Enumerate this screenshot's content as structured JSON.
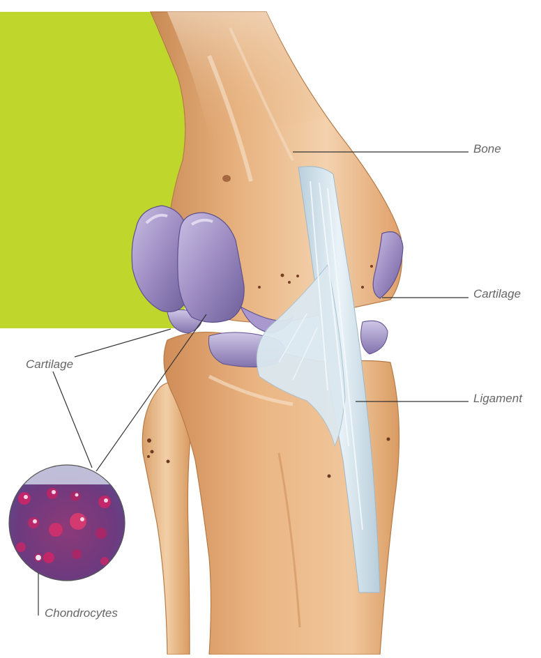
{
  "labels": {
    "bone": "Bone",
    "cartilage_right": "Cartilage",
    "ligament": "Ligament",
    "cartilage_left": "Cartilage",
    "chondrocytes": "Chondrocytes"
  },
  "colors": {
    "accent_green": "#bfd62c",
    "bone": "#e8b584",
    "bone_shadow": "#c98a55",
    "cartilage": "#9d8cc2",
    "cartilage_light": "#c8bde0",
    "ligament": "#d3e4ee",
    "leader_line": "#333333",
    "label_text": "#666666"
  }
}
